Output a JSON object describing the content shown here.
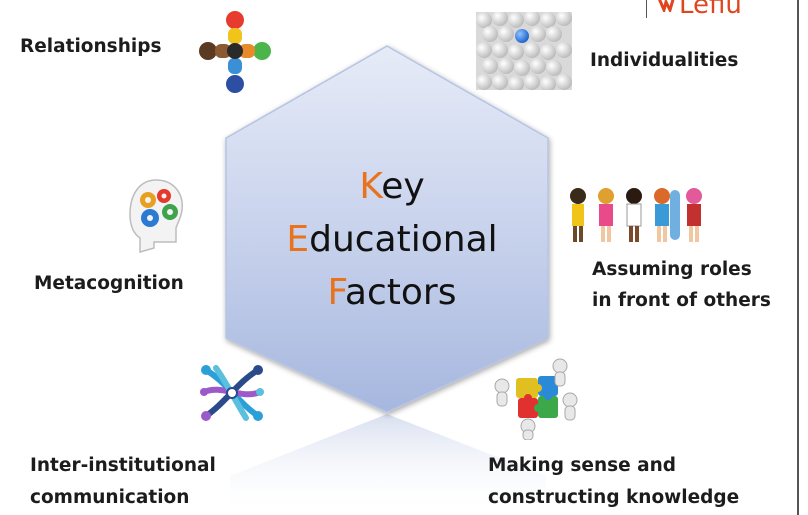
{
  "logo": {
    "text": "Lefiu"
  },
  "center": {
    "k": "K",
    "k_rest": "ey",
    "e": "E",
    "e_rest": "ducational",
    "f": "F",
    "f_rest": "actors"
  },
  "factors": {
    "relationships": "Relationships",
    "individualities": "Individualities",
    "metacognition": "Metacognition",
    "roles_line1": "Assuming roles",
    "roles_line2": "in front of others",
    "inter_line1": "Inter-institutional",
    "inter_line2": "communication",
    "sense_line1": "Making sense and",
    "sense_line2": "constructing knowledge"
  },
  "colors": {
    "accent": "#e8731c",
    "hexagon_top": "#e6ebf7",
    "hexagon_bottom": "#a6b7de",
    "logo": "#e0451f"
  }
}
